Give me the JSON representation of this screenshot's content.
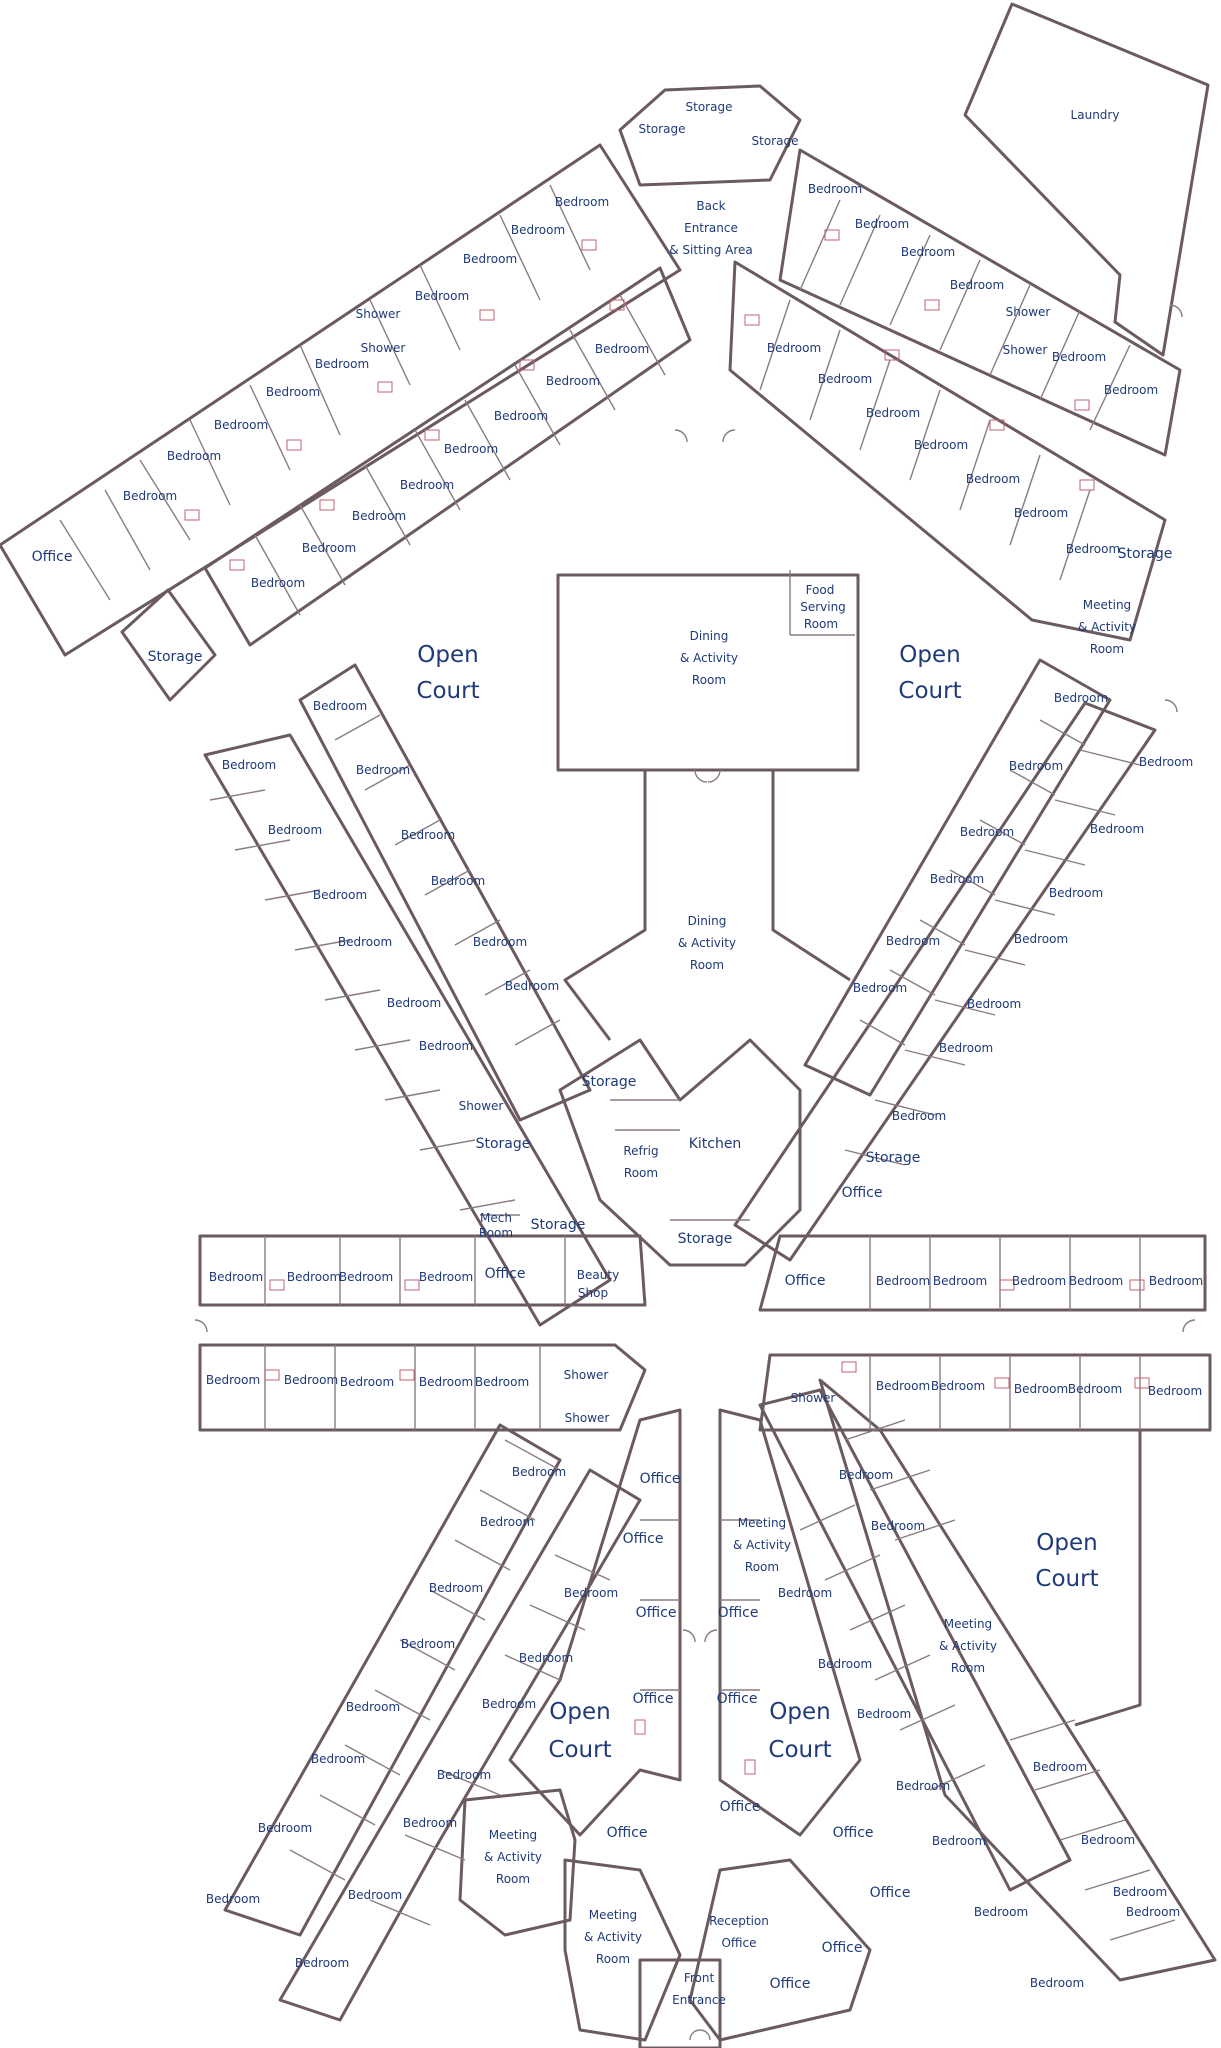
{
  "labels": {
    "laundry": "Laundry",
    "storage": "Storage",
    "back_entrance": [
      "Back",
      "Entrance",
      "& Sitting Area"
    ],
    "bedroom": "Bedroom",
    "shower": "Shower",
    "office": "Office",
    "open": "Open",
    "court": "Court",
    "dining": [
      "Dining",
      "& Activity",
      "Room"
    ],
    "food": [
      "Food",
      "Serving",
      "Room"
    ],
    "meeting": [
      "Meeting",
      "& Activity",
      "Room"
    ],
    "kitchen": "Kitchen",
    "refrig": [
      "Refrig",
      "Room"
    ],
    "mech": [
      "Mech",
      "Room"
    ],
    "beauty": [
      "Beauty",
      "Shop"
    ],
    "reception": [
      "Reception",
      "Office"
    ],
    "front": [
      "Front",
      "Entrance"
    ]
  }
}
